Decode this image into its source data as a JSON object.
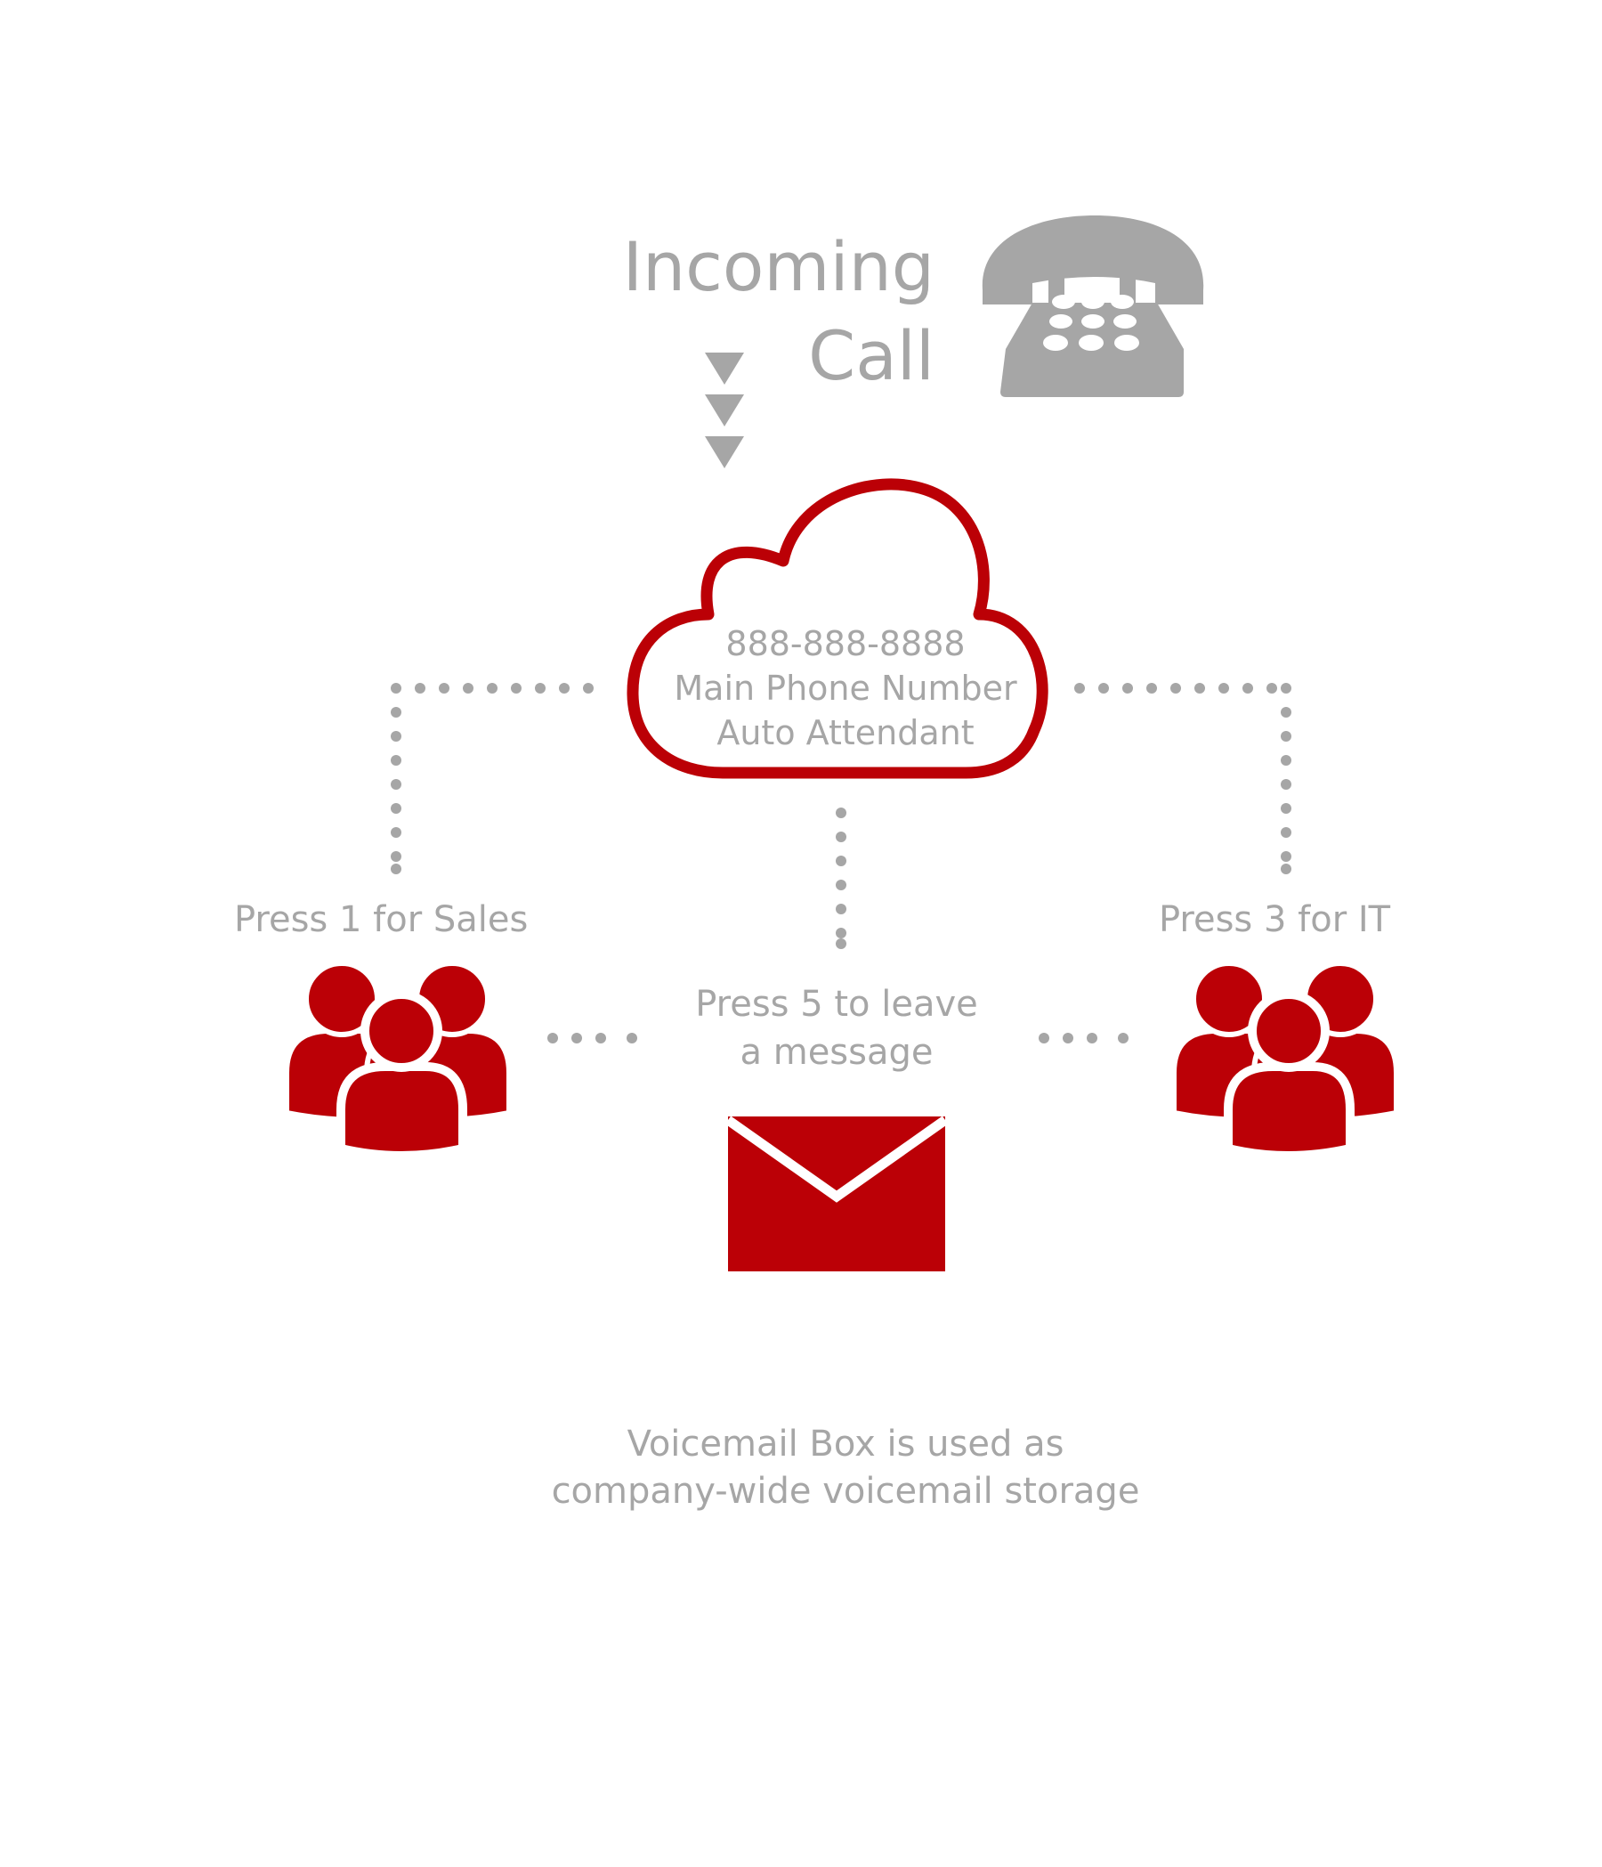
{
  "colors": {
    "accent": "#bb0006",
    "text": "#a6a6a6",
    "connector": "#a6a6a6",
    "background": "#ffffff"
  },
  "header": {
    "title_line1": "Incoming",
    "title_line2": "Call",
    "icon": "telephone-icon"
  },
  "cloud": {
    "icon": "cloud-icon",
    "number": "888-888-8888",
    "line2": "Main Phone Number",
    "line3": "Auto Attendant"
  },
  "options": {
    "sales": {
      "label": "Press 1 for Sales",
      "icon": "group-icon"
    },
    "it": {
      "label": "Press 3 for IT",
      "icon": "group-icon"
    },
    "message": {
      "line1": "Press 5 to leave",
      "line2": "a message",
      "icon": "envelope-icon"
    }
  },
  "footer": {
    "line1": "Voicemail Box is used as",
    "line2": "company-wide voicemail storage"
  }
}
